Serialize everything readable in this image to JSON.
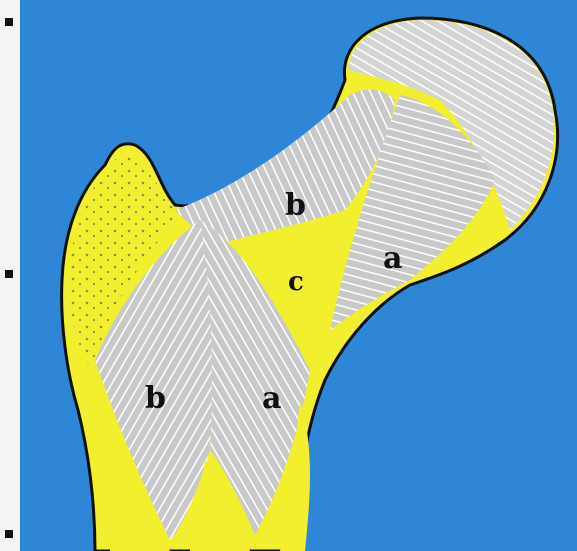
{
  "colors": {
    "background": "#2f86d6",
    "cancellous": "#f2ef2e",
    "trabecula_fill": "#c9c9c9",
    "trabecula_line": "#ffffff",
    "outline": "#111111"
  },
  "labels": {
    "neck_b": "b",
    "neck_a": "a",
    "triangle_c": "c",
    "shaft_b": "b",
    "shaft_a": "a"
  }
}
